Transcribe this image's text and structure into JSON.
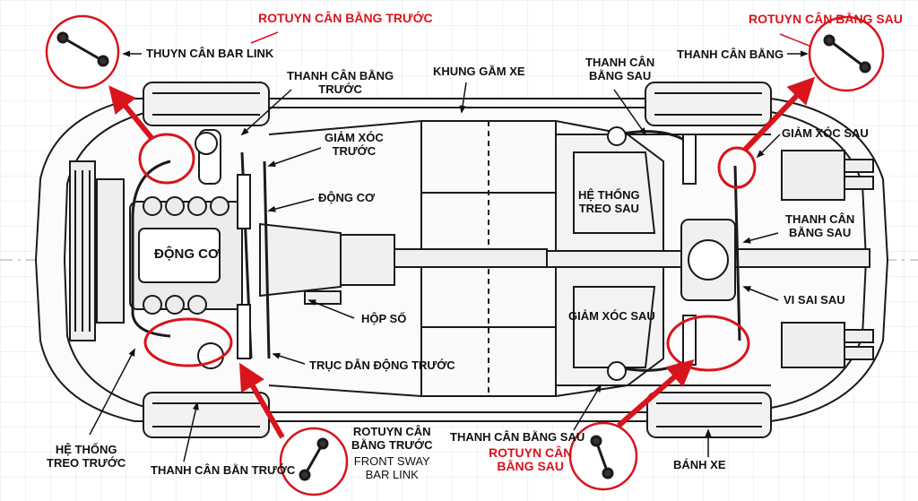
{
  "labels": {
    "rotuyn_front_title": "ROTUYN CÂN BẰNG TRƯỚC",
    "rotuyn_rear_title": "ROTUYN CÂN BẰNG SAU",
    "front_bar_link": "THUYN CÂN BAR LINK",
    "front_stab_bar_l1": "THANH CÂN BẰNG",
    "front_stab_bar_l2": "TRƯỚC",
    "frame": "KHUNG GẦM XE",
    "front_shock_l1": "GIẢM XÓC",
    "front_shock_l2": "TRƯỚC",
    "engine_upper": "ĐỘNG CƠ",
    "engine_block": "ĐỘNG CƠ",
    "gearbox": "HỘP SỐ",
    "front_driveshaft": "TRỤC DẪN ĐỘNG TRƯỚC",
    "front_suspension_l1": "HỆ THỐNG",
    "front_suspension_l2": "TREO TRƯỚC",
    "front_bar_bottom": "THANH CÂN BẰN TRƯỚC",
    "bottom_front_link_l1": "ROTUYN CÂN",
    "bottom_front_link_l2": "BẰNG TRƯỚC",
    "bottom_front_link_l3": "FRONT SWAY",
    "bottom_front_link_l4": "BAR LINK",
    "rear_stab_top_l1": "THANH CÂN",
    "rear_stab_top_l2": "BẰNG SAU",
    "stab_bar": "THANH CÂN BẰNG",
    "rear_shock": "GIẢM XÓC SAU",
    "rear_suspension_l1": "HỆ THỐNG",
    "rear_suspension_l2": "TREO SAU",
    "rear_stab_right_l1": "THANH CÂN",
    "rear_stab_right_l2": "BẰNG SAU",
    "rear_shock_center": "GIẢM XÓC SAU",
    "rear_diff": "VI SAI SAU",
    "rear_stab_bottom": "THANH CÂN BẰNG SAU",
    "bottom_rear_link_l1": "ROTUYN CÂN",
    "bottom_rear_link_l2": "BẰNG SAU",
    "wheel": "BÁNH XE"
  },
  "colors": {
    "accent_red": "#d8141c",
    "line": "#1a1a1a",
    "paper": "#ffffff",
    "grid": "#d9dde0"
  }
}
